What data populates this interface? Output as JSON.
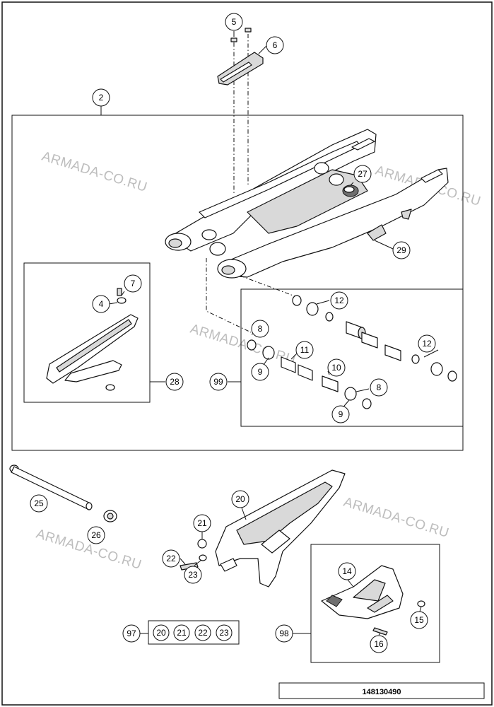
{
  "diagram": {
    "watermark": "ARMADA-CO.RU",
    "drawing_code": "148130490",
    "callouts": {
      "p2": "2",
      "p4": "4",
      "p5": "5",
      "p6": "6",
      "p7": "7",
      "p8a": "8",
      "p8b": "8",
      "p9a": "9",
      "p9b": "9",
      "p10": "10",
      "p11": "11",
      "p12a": "12",
      "p12b": "12",
      "p14": "14",
      "p15": "15",
      "p16": "16",
      "p20": "20",
      "p21": "21",
      "p22": "22",
      "p23": "23",
      "p25": "25",
      "p26": "26",
      "p27": "27",
      "p28": "28",
      "p29": "29",
      "p97": "97",
      "p98": "98",
      "p99": "99",
      "k20": "20",
      "k21": "21",
      "k22": "22",
      "k23": "23"
    }
  }
}
